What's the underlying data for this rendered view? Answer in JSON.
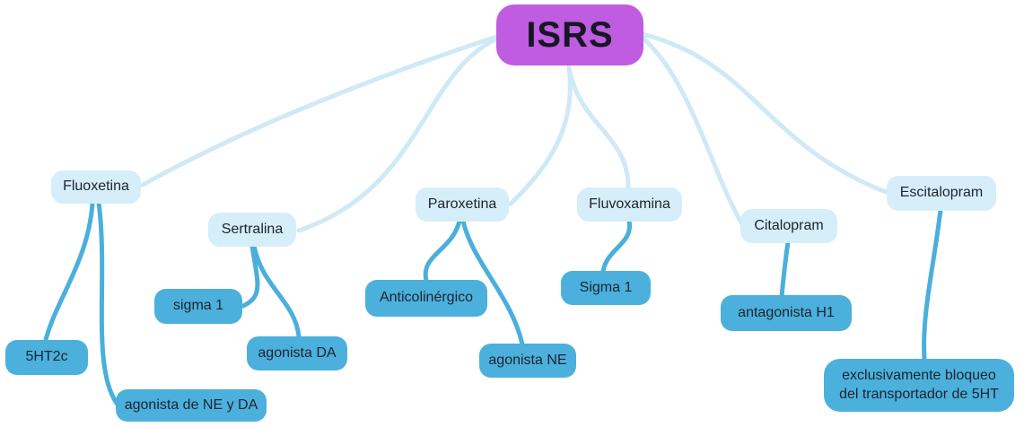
{
  "colors": {
    "background": "#ffffff",
    "root_fill": "#c05ce2",
    "root_text": "#171726",
    "level1_fill": "#d6eef9",
    "level2_fill": "#4cb0dc",
    "node_text": "#1c2430",
    "edge_light": "#cfe9f6",
    "edge_dark": "#4aafdc"
  },
  "nodes": {
    "isrs": {
      "label": "ISRS"
    },
    "fluoxetina": {
      "label": "Fluoxetina"
    },
    "sertralina": {
      "label": "Sertralina"
    },
    "paroxetina": {
      "label": "Paroxetina"
    },
    "fluvoxamina": {
      "label": "Fluvoxamina"
    },
    "citalopram": {
      "label": "Citalopram"
    },
    "escitalopram": {
      "label": "Escitalopram"
    },
    "fluoxetina_5ht2c": {
      "label": "5HT2c"
    },
    "fluoxetina_agonista_ne_da": {
      "label": "agonista de NE y DA"
    },
    "sertralina_sigma1": {
      "label": "sigma 1"
    },
    "sertralina_agonista_da": {
      "label": "agonista DA"
    },
    "paroxetina_anticolinergico": {
      "label": "Anticolinérgico"
    },
    "paroxetina_agonista_ne": {
      "label": "agonista NE"
    },
    "fluvoxamina_sigma1": {
      "label": "Sigma 1"
    },
    "citalopram_antagonista_h1": {
      "label": "antagonista H1"
    },
    "escitalopram_bloqueo": {
      "label": "exclusivamente bloqueo del transportador de 5HT"
    }
  }
}
